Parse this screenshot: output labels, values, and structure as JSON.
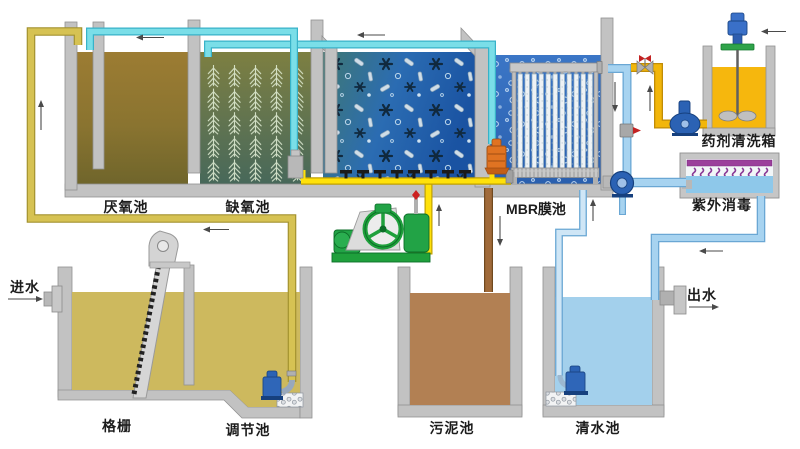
{
  "labels": {
    "anaerobic_tank": "厌氧池",
    "anoxic_tank": "缺氧池",
    "mbr_tank": "MBR膜池",
    "chemical_clean_tank": "药剂清洗箱",
    "uv_disinfection": "紫外消毒",
    "influent": "进水",
    "bar_screen": "格栅",
    "regulating_tank": "调节池",
    "sludge_tank": "污泥池",
    "clear_water_tank": "清水池",
    "effluent": "出水"
  },
  "colors": {
    "anaerobic_water": "#97762e",
    "anoxic_water": "#6f7a3c",
    "aerobic_water": "#2b6cb2",
    "mbr_water": "#2e6cbe",
    "regulating_water": "#cdb95e",
    "sludge_water": "#b28053",
    "clear_water": "#a3d0ec",
    "chemical_liquid": "#f6b70d",
    "uv_lamp_purple": "#9b3f9b",
    "pipe_cyan_recirculation": "#7adee8",
    "pipe_yellow_air": "#ffe10a",
    "pipe_yellow_chemical": "#f2b60a",
    "pipe_khaki_influent": "#d6c253",
    "pipe_blue_water": "#a7d3f0",
    "pipe_brown_sludge": "#a06a3a",
    "equipment_green_blower": "#22a346",
    "equipment_blue_pump": "#2b62b4",
    "equipment_orange_pump": "#e07322",
    "wall_gray": "#c2c2c2"
  }
}
